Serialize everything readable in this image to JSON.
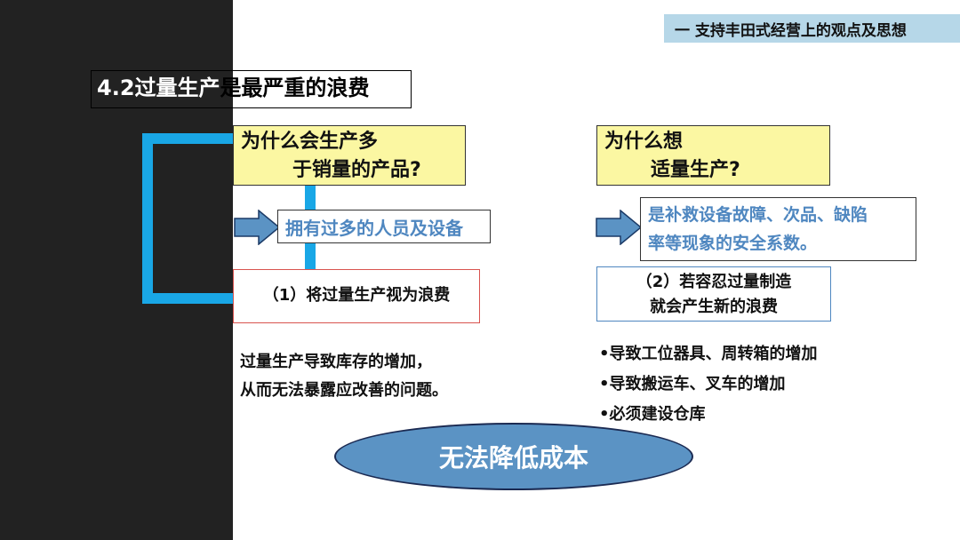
{
  "header": {
    "tag": "一 支持丰田式经营上的观点及思想"
  },
  "title": {
    "part1": "4.2过量生产",
    "part2": "是最严重的浪费"
  },
  "left": {
    "question": [
      "为什么会生产多",
      "于销量的产品?"
    ],
    "answer": "拥有过多的人员及设备",
    "point": "（1）将过量生产视为浪费",
    "explanation": [
      "过量生产导致库存的增加，",
      "从而无法暴露应改善的问题。"
    ]
  },
  "right": {
    "question": [
      "为什么想",
      "适量生产?"
    ],
    "answer": [
      "是补救设备故障、次品、缺陷",
      "率等现象的安全系数。"
    ],
    "point": [
      "（2）若容忍过量制造",
      "就会产生新的浪费"
    ],
    "bullets": [
      "•导致工位器具、周转箱的增加",
      "•导致搬运车、叉车的增加",
      "•必须建设仓库"
    ]
  },
  "conclusion": "无法降低成本",
  "colors": {
    "accent_blue": "#19a7e6",
    "question_bg": "#fbf7a2",
    "ellipse": "#5b93c4",
    "header_bg": "#b6d7e8"
  }
}
